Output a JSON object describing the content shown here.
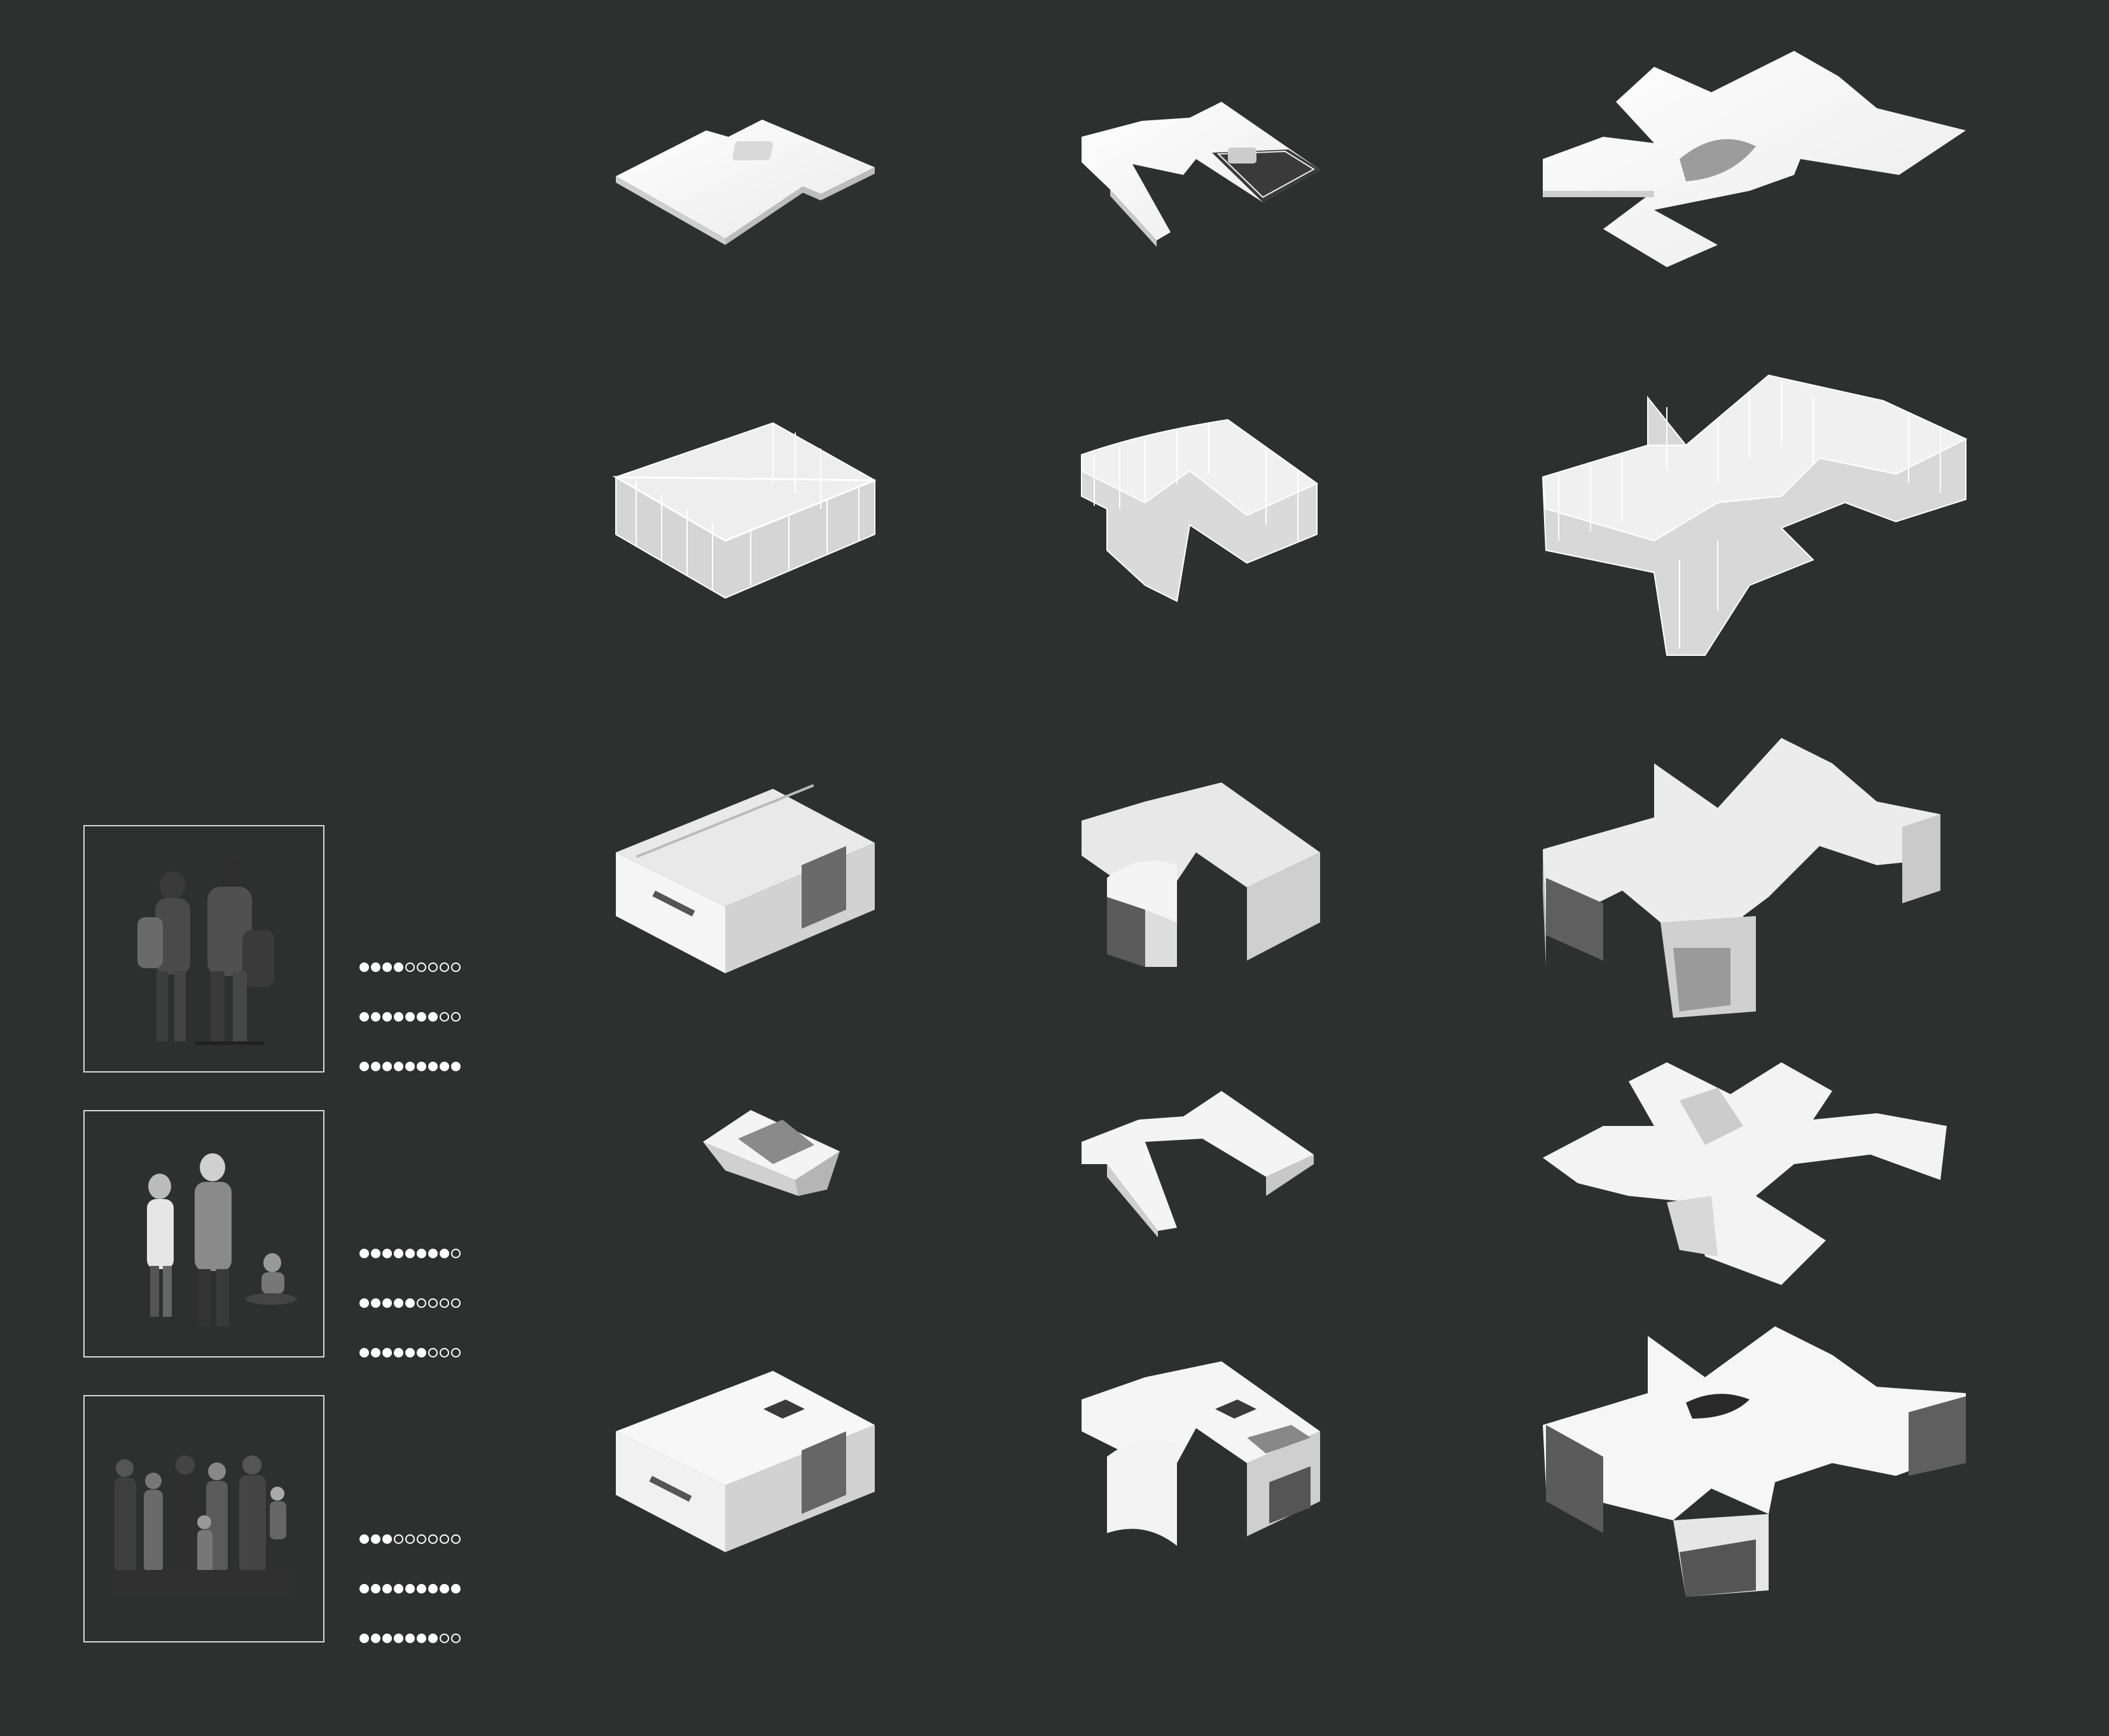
{
  "palette": {
    "background": "#2e3030",
    "model_white": "#f4f4f4",
    "model_shade": "#cfcfcf",
    "model_dark": "#a8a8a8",
    "glass": "#5e6060",
    "frame_stroke": "#d8d8d8"
  },
  "rating_max": 9,
  "groups": [
    {
      "name": "group-hikers",
      "ratings": [
        4,
        7,
        9
      ]
    },
    {
      "name": "group-couple-child",
      "ratings": [
        8,
        5,
        6
      ]
    },
    {
      "name": "group-extended-family",
      "ratings": [
        3,
        9,
        7
      ]
    }
  ],
  "matrix": {
    "columns": [
      "option-1-box",
      "option-2-bent",
      "option-3-star"
    ],
    "rows": [
      "roof-plate",
      "frame-and-glazing",
      "walls-and-interiors",
      "foundation",
      "assembled-massing"
    ]
  }
}
